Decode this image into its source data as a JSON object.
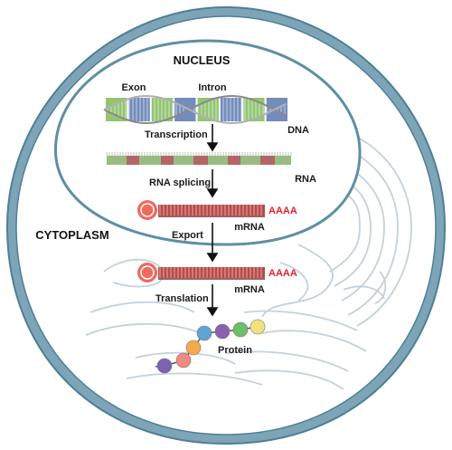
{
  "labels": {
    "nucleus": "NUCLEUS",
    "cytoplasm": "CYTOPLASM",
    "exon": "Exon",
    "intron": "Intron",
    "dna": "DNA",
    "rna": "RNA",
    "transcription": "Transcription",
    "rna_splicing": "RNA splicing",
    "export": "Export",
    "translation": "Translation",
    "mrna_1": "mRNA",
    "mrna_2": "mRNA",
    "polya_1": "AAAA",
    "polya_2": "AAAA",
    "protein": "Protein"
  },
  "colors": {
    "cell_membrane": "#4e7f95",
    "cell_fill": "#ffffff",
    "nuclear_envelope": "#5e8fa3",
    "organelle": "#c2d2db",
    "exon": "#6b86b8",
    "intron": "#8dc26a",
    "rna_intron_gray": "#a9b4a4",
    "rna_exon_red": "#b25e5e",
    "mrna_body": "#b84a4a",
    "cap": "#f06a5d",
    "polya_text": "#e8202a",
    "arrow": "#111111"
  },
  "dna": {
    "segments": [
      "intron",
      "exon",
      "intron",
      "exon",
      "intron",
      "exon",
      "intron",
      "exon"
    ]
  },
  "protein_beads": [
    "#7b62b3",
    "#ef8a7f",
    "#f5a94a",
    "#5ea4d4",
    "#8a5fb0",
    "#6cbf67",
    "#f1e27e"
  ]
}
